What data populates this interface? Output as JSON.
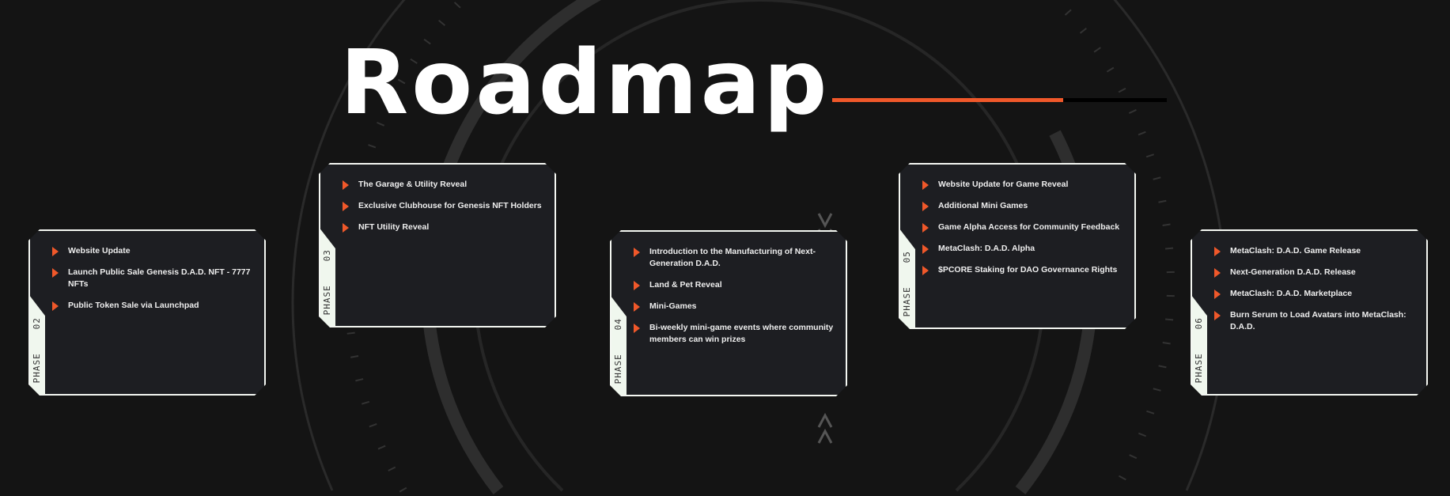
{
  "title": "Roadmap",
  "phase_label": "PHASE",
  "phases": [
    {
      "number": "02",
      "items": [
        "Website Update",
        "Launch Public Sale Genesis D.A.D. NFT - 7777 NFTs",
        "Public Token Sale via Launchpad"
      ]
    },
    {
      "number": "03",
      "items": [
        "The Garage & Utility Reveal",
        "Exclusive Clubhouse for Genesis NFT Holders",
        "NFT Utility Reveal"
      ]
    },
    {
      "number": "04",
      "items": [
        "Introduction to the Manufacturing of Next-Generation D.A.D.",
        "Land & Pet Reveal",
        "Mini-Games",
        "Bi-weekly mini-game events where community members can win prizes"
      ]
    },
    {
      "number": "05",
      "items": [
        "Website Update for Game Reveal",
        "Additional Mini Games",
        "Game Alpha Access for Community Feedback",
        "MetaClash: D.A.D. Alpha",
        "$PCORE Staking for DAO Governance Rights"
      ]
    },
    {
      "number": "06",
      "items": [
        "MetaClash: D.A.D. Game Release",
        "Next-Generation D.A.D. Release",
        "MetaClash: D.A.D. Marketplace",
        "Burn Serum to Load Avatars into MetaClash: D.A.D."
      ]
    }
  ],
  "colors": {
    "accent": "#f0582a",
    "card": "#1d1e22",
    "background": "#141414"
  }
}
